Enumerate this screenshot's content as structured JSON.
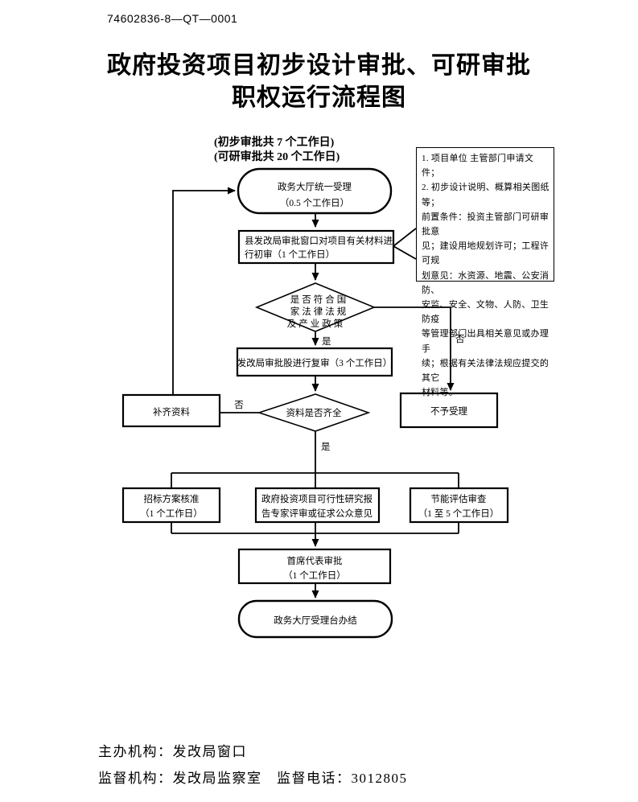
{
  "colors": {
    "ink": "#000000",
    "paper": "#ffffff"
  },
  "page": {
    "doc_code": "74602836-8—QT—0001",
    "title_line1": "政府投资项目初步设计审批、可研审批",
    "title_line2": "职权运行流程图",
    "subtitle_line1": "(初步审批共 7 个工作日)",
    "subtitle_line2": "(可研审批共 20 个工作日)"
  },
  "flow": {
    "start": {
      "line1": "政务大厅统一受理",
      "line2": "（0.5 个工作日）"
    },
    "initial_review": {
      "line1": "县发改局审批窗口对项目有关材料进",
      "line2": "行初审（1 个工作日）"
    },
    "decision_law": {
      "line1": "是否符合国",
      "line2": "家法律法规",
      "line3": "及产业政策"
    },
    "recheck": {
      "label": "发改局审批股进行复审（3 个工作日）"
    },
    "decision_complete": {
      "label": "资料是否齐全"
    },
    "supplement": {
      "label": "补齐资料"
    },
    "reject": {
      "label": "不予受理"
    },
    "bid_approval": {
      "line1": "招标方案核准",
      "line2": "（1 个工作日）"
    },
    "feasibility": {
      "line1": "政府投资项目可行性研究报",
      "line2": "告专家评审或征求公众意见"
    },
    "energy_review": {
      "line1": "节能评估审查",
      "line2": "（1 至 5 个工作日）"
    },
    "chief_approval": {
      "line1": "首席代表审批",
      "line2": "（1 个工作日）"
    },
    "end": {
      "label": "政务大厅受理台办结"
    },
    "labels": {
      "yes": "是",
      "no": "否"
    }
  },
  "note": {
    "lines": [
      "1. 项目单位 主管部门申请文件；",
      "2. 初步设计说明、概算相关图纸等；",
      "前置条件：投资主管部门可研审批意",
      "见；建设用地规划许可；工程许可规",
      "划意见：水资源、地震、公安消防、",
      "安监、安全、文物、人防、卫生防疫",
      "等管理部门出具相关意见或办理手",
      "续；根据有关法律法规应提交的其它",
      "材料等。"
    ]
  },
  "footer": {
    "host": "主办机构：发改局窗口",
    "supervision": "监督机构：发改局监察室　监督电话：3012805"
  }
}
